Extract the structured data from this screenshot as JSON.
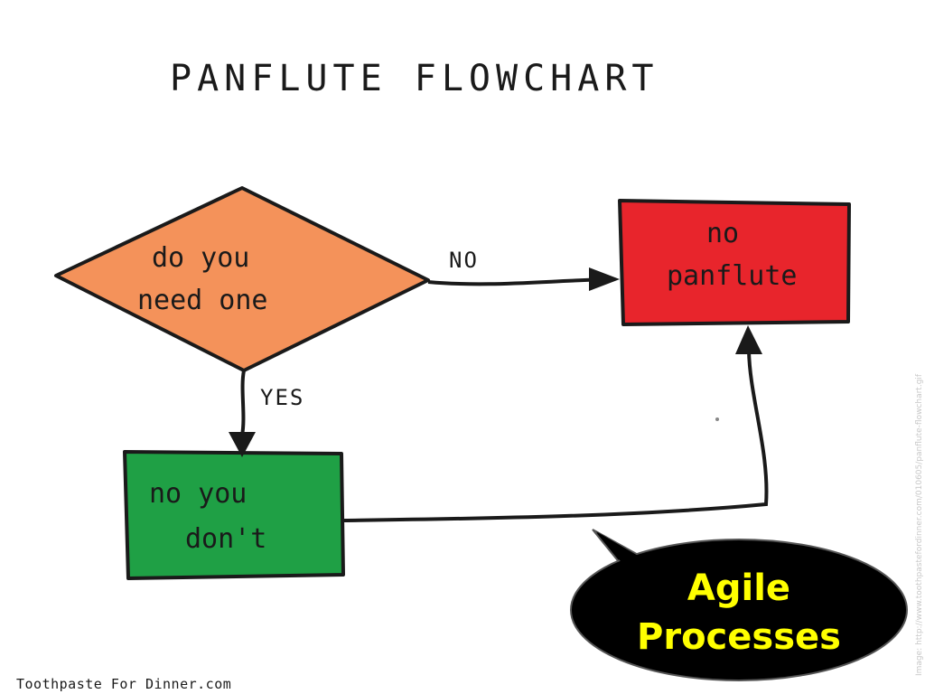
{
  "title": "PANFLUTE FLOWCHART",
  "nodes": {
    "decision": {
      "line1": "do you",
      "line2": "need one",
      "color": "#f4925a"
    },
    "no_panflute": {
      "line1": "no",
      "line2": "panflute",
      "color": "#e8252c"
    },
    "no_you_dont": {
      "line1": "no you",
      "line2": "don't",
      "color": "#1fa045"
    }
  },
  "edges": {
    "no_label": "NO",
    "yes_label": "YES"
  },
  "callout": {
    "line1": "Agile",
    "line2": "Processes",
    "bg_color": "#000000",
    "text_color": "#ffff00"
  },
  "credit": "Toothpaste For Dinner.com",
  "source_url": "Image: http://www.toothpastefordinner.com/010605/panflute-flowchart.gif"
}
